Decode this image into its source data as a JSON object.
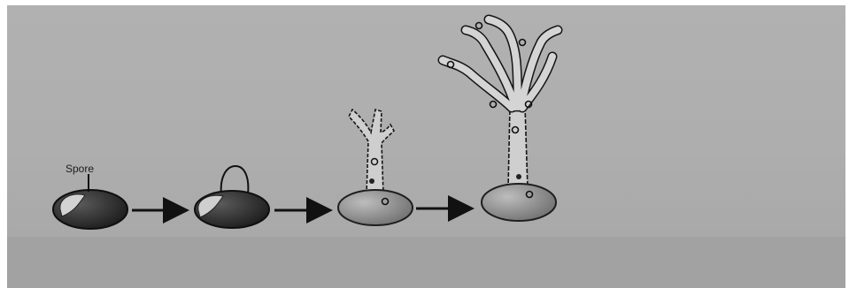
{
  "diagram": {
    "spore_label": "Spore",
    "stages": [
      {
        "name": "spore"
      },
      {
        "name": "germinating-spore"
      },
      {
        "name": "young-hyphae"
      },
      {
        "name": "mature-branched-hyphae"
      }
    ],
    "colors": {
      "background": "#aeaeae",
      "spore_dark": "#2a2a2a",
      "spore_light": "#8c8c8c",
      "outline": "#111111",
      "hyphae_fill": "#cfcfcf"
    }
  }
}
